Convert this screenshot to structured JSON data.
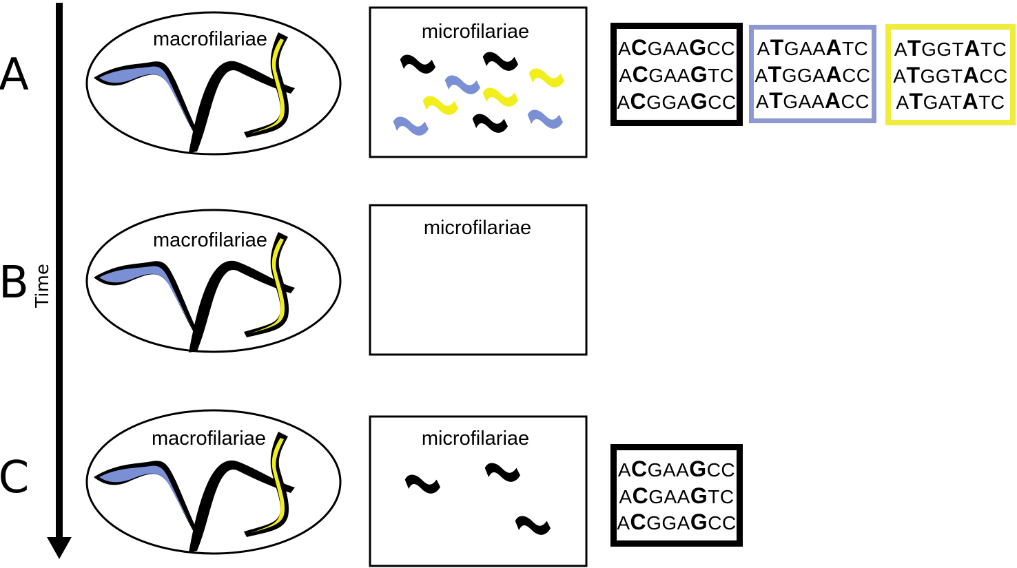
{
  "time_axis": {
    "label": "Time"
  },
  "rows": [
    {
      "label": "A",
      "macro_title": "macrofilariae",
      "micro_title": "microfilariae",
      "groups": [
        {
          "color": "#000000",
          "sequences": [
            [
              {
                "t": "A"
              },
              {
                "t": "C",
                "b": true
              },
              {
                "t": "GAA"
              },
              {
                "t": "G",
                "b": true
              },
              {
                "t": "CC"
              }
            ],
            [
              {
                "t": "A"
              },
              {
                "t": "C",
                "b": true
              },
              {
                "t": "GAA"
              },
              {
                "t": "G",
                "b": true
              },
              {
                "t": "TC"
              }
            ],
            [
              {
                "t": "A"
              },
              {
                "t": "C",
                "b": true
              },
              {
                "t": "GGA"
              },
              {
                "t": "G",
                "b": true
              },
              {
                "t": "CC"
              }
            ]
          ]
        },
        {
          "color": "#8e98d0",
          "sequences": [
            [
              {
                "t": "A"
              },
              {
                "t": "T",
                "b": true
              },
              {
                "t": "GAA"
              },
              {
                "t": "A",
                "b": true
              },
              {
                "t": "TC"
              }
            ],
            [
              {
                "t": "A"
              },
              {
                "t": "T",
                "b": true
              },
              {
                "t": "GGA"
              },
              {
                "t": "A",
                "b": true
              },
              {
                "t": "CC"
              }
            ],
            [
              {
                "t": "A"
              },
              {
                "t": "T",
                "b": true
              },
              {
                "t": "GAA"
              },
              {
                "t": "A",
                "b": true
              },
              {
                "t": "CC"
              }
            ]
          ]
        },
        {
          "color": "#f0ec3c",
          "sequences": [
            [
              {
                "t": "A"
              },
              {
                "t": "T",
                "b": true
              },
              {
                "t": "GGT"
              },
              {
                "t": "A",
                "b": true
              },
              {
                "t": "TC"
              }
            ],
            [
              {
                "t": "A"
              },
              {
                "t": "T",
                "b": true
              },
              {
                "t": "GGT"
              },
              {
                "t": "A",
                "b": true
              },
              {
                "t": "CC"
              }
            ],
            [
              {
                "t": "A"
              },
              {
                "t": "T",
                "b": true
              },
              {
                "t": "GAT"
              },
              {
                "t": "A",
                "b": true
              },
              {
                "t": "TC"
              }
            ]
          ]
        }
      ]
    },
    {
      "label": "B",
      "macro_title": "macrofilariae",
      "micro_title": "microfilariae",
      "groups": []
    },
    {
      "label": "C",
      "macro_title": "macrofilariae",
      "micro_title": "microfilariae",
      "groups": [
        {
          "color": "#000000",
          "sequences": [
            [
              {
                "t": "A"
              },
              {
                "t": "C",
                "b": true
              },
              {
                "t": "GAA"
              },
              {
                "t": "G",
                "b": true
              },
              {
                "t": "CC"
              }
            ],
            [
              {
                "t": "A"
              },
              {
                "t": "C",
                "b": true
              },
              {
                "t": "GAA"
              },
              {
                "t": "G",
                "b": true
              },
              {
                "t": "TC"
              }
            ],
            [
              {
                "t": "A"
              },
              {
                "t": "C",
                "b": true
              },
              {
                "t": "GGA"
              },
              {
                "t": "G",
                "b": true
              },
              {
                "t": "CC"
              }
            ]
          ]
        }
      ]
    }
  ],
  "colors": {
    "black": "#000000",
    "blue": "#7b8fd4",
    "yellow": "#f2ee1c",
    "blue_frame": "#8e98d0",
    "yellow_frame": "#f0ec3c"
  }
}
